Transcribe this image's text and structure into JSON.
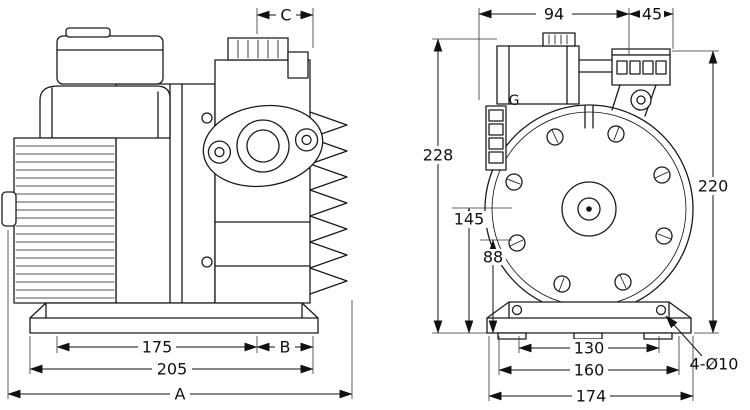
{
  "drawing": {
    "type": "technical-dimension-drawing",
    "colors": {
      "line": "#1a1a1a",
      "background": "#ffffff"
    },
    "side_view": {
      "dim_c": "C",
      "dim_175": "175",
      "dim_b": "B",
      "dim_205": "205",
      "dim_a": "A"
    },
    "front_view": {
      "dim_94": "94",
      "dim_45": "45",
      "dim_228": "228",
      "dim_145": "145",
      "dim_88": "88",
      "dim_220": "220",
      "dim_130": "130",
      "dim_160": "160",
      "dim_174": "174",
      "dim_holes": "4-Ø10",
      "port_g": "G"
    }
  }
}
